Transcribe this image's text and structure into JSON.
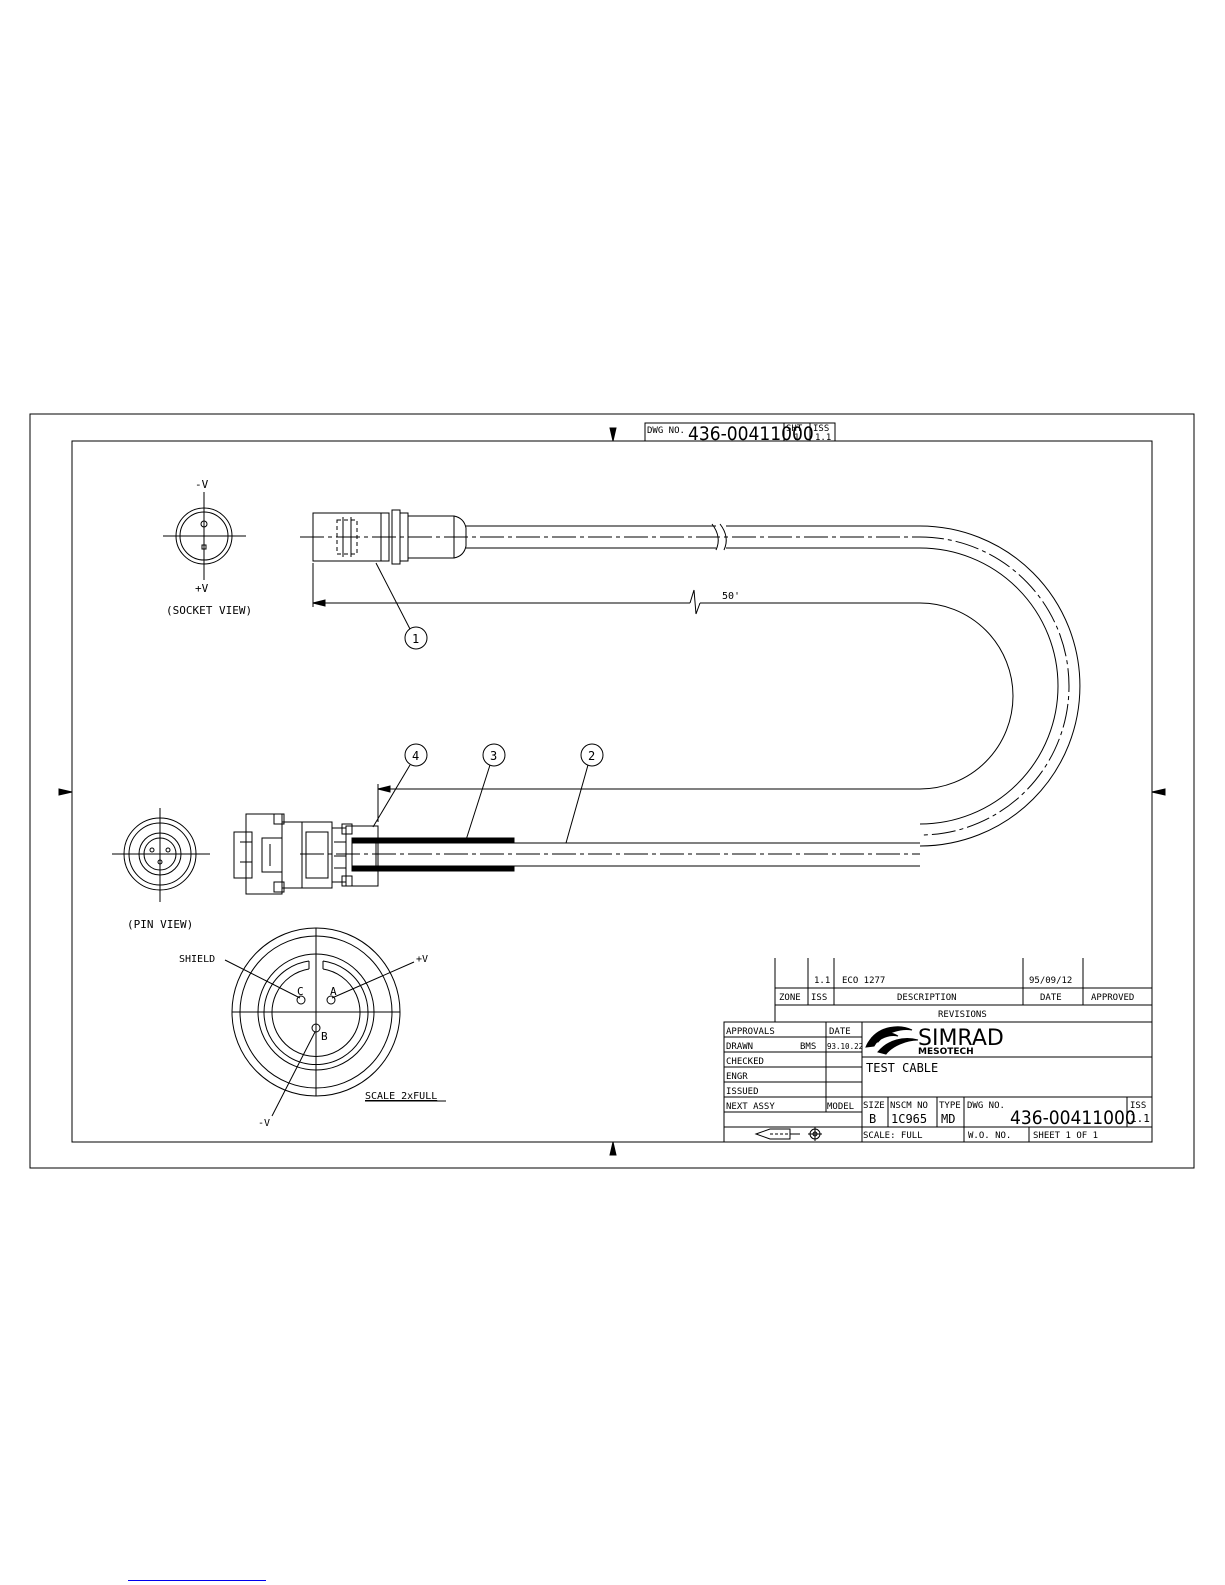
{
  "sheet_header": {
    "dwg_no_label": "DWG NO.",
    "dwg_no": "436-00411000",
    "sht_label": "SHT",
    "sht_value": "1",
    "iss_label": "ISS",
    "iss_value": "1.1"
  },
  "views": {
    "socket_view": "(SOCKET VIEW)",
    "pin_view": "(PIN VIEW)",
    "minus_v": "-V",
    "plus_v": "+V",
    "shield": "SHIELD",
    "pin_a": "A",
    "pin_b": "B",
    "pin_c": "C",
    "scale_note": "SCALE 2xFULL"
  },
  "cable": {
    "length_label": "50'",
    "callouts": [
      "1",
      "4",
      "3",
      "2"
    ]
  },
  "revisions": {
    "row": {
      "zone": "",
      "iss": "1.1",
      "description": "ECO 1277",
      "date": "95/09/12",
      "approved": ""
    },
    "headers": {
      "zone": "ZONE",
      "iss": "ISS",
      "description": "DESCRIPTION",
      "date": "DATE",
      "approved": "APPROVED"
    },
    "title": "REVISIONS"
  },
  "title_block": {
    "approvals_label": "APPROVALS",
    "date_label": "DATE",
    "drawn_label": "DRAWN",
    "drawn_by": "BMS",
    "drawn_date": "93.10.22",
    "checked_label": "CHECKED",
    "engr_label": "ENGR",
    "issued_label": "ISSUED",
    "next_assy_label": "NEXT ASSY",
    "model_label": "MODEL",
    "company_name": "SIMRAD",
    "company_sub": "MESOTECH",
    "drawing_title": "TEST CABLE",
    "size_label": "SIZE",
    "size_value": "B",
    "nscm_label": "NSCM NO",
    "nscm_value": "1C965",
    "type_label": "TYPE",
    "type_value": "MD",
    "dwg_no_label": "DWG NO.",
    "dwg_no": "436-00411000",
    "iss_label": "ISS",
    "iss_value": "1.1",
    "scale_label": "SCALE: FULL",
    "wo_label": "W.O. NO.",
    "sheet_label": "SHEET 1 OF 1"
  }
}
